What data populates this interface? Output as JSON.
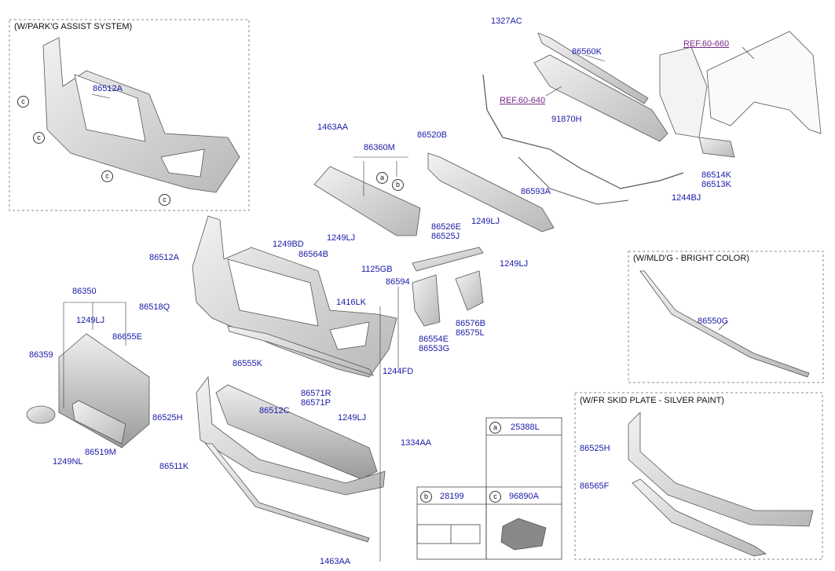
{
  "insets": {
    "park_assist_title": "(W/PARK'G ASSIST SYSTEM)",
    "mldg_title": "(W/MLD'G - BRIGHT COLOR)",
    "skid_title": "(W/FR SKID PLATE - SILVER PAINT)"
  },
  "refs": {
    "ref1": "REF.60-660",
    "ref2": "REF.60-640"
  },
  "circle_letters": {
    "a": "a",
    "b": "b",
    "c": "c"
  },
  "labels": {
    "p1327AC": "1327AC",
    "p86560K": "86560K",
    "p91870H": "91870H",
    "p86514K": "86514K",
    "p86513K": "86513K",
    "p1244BJ": "1244BJ",
    "p86512A_top": "86512A",
    "p1463AA_top": "1463AA",
    "p86360M": "86360M",
    "p86520B": "86520B",
    "p86593A": "86593A",
    "p86526E": "86526E",
    "p86525J": "86525J",
    "p1249LJ_a": "1249LJ",
    "p1249LJ_b": "1249LJ",
    "p1249LJ_c": "1249LJ",
    "p1249LJ_d": "1249LJ",
    "p1249LJ_e": "1249LJ",
    "p86512A": "86512A",
    "p1249BD": "1249BD",
    "p86564B": "86564B",
    "p1125GB": "1125GB",
    "p86594": "86594",
    "p86518Q": "86518Q",
    "p1416LK": "1416LK",
    "p86350": "86350",
    "p86655E": "86655E",
    "p86359": "86359",
    "p86555K": "86555K",
    "p86576B": "86576B",
    "p86575L": "86575L",
    "p86554E": "86554E",
    "p86553G": "86553G",
    "p1244FD": "1244FD",
    "p86571R": "86571R",
    "p86571P": "86571P",
    "p86525H": "86525H",
    "p86512C": "86512C",
    "p86519M": "86519M",
    "p1249NL": "1249NL",
    "p1334AA": "1334AA",
    "p86511K": "86511K",
    "p1463AA_bot": "1463AA",
    "p86550G": "86550G",
    "p86525H_r": "86525H",
    "p86565F": "86565F"
  },
  "table": {
    "a_code": "25388L",
    "b_code": "28199",
    "c_code": "96890A"
  },
  "colors": {
    "label": "#1a1aa8",
    "ref": "#7a2a8a",
    "part_stroke": "#555555",
    "part_fill": "#d9d9d9"
  }
}
